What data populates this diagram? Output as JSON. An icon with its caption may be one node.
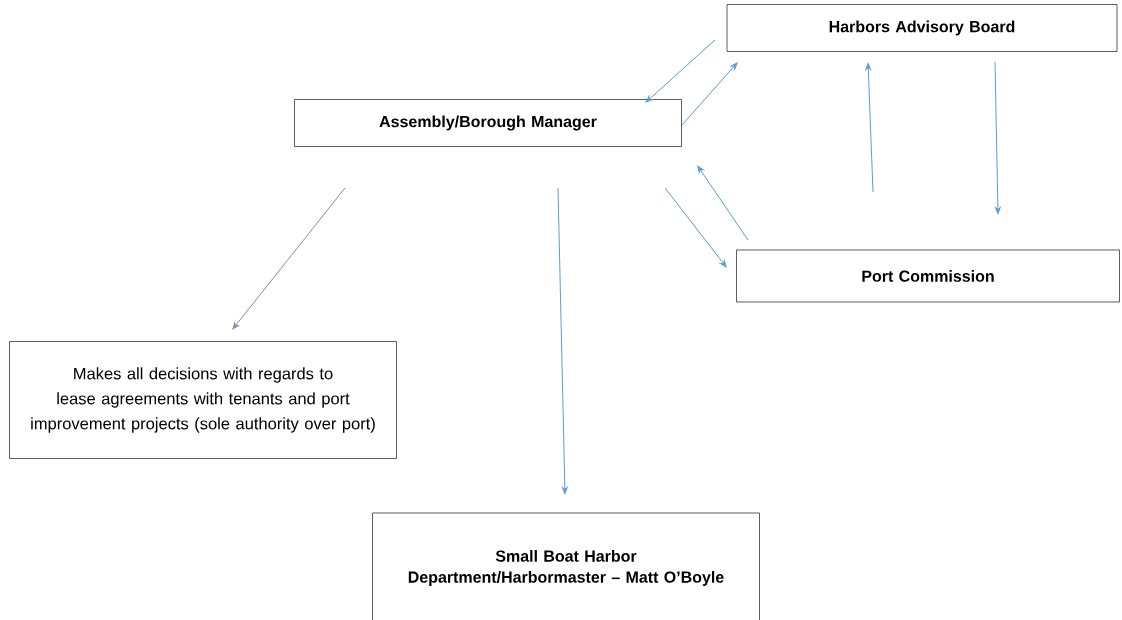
{
  "diagram": {
    "nodes": [
      {
        "text": [
          "Harbors Advisory Board"
        ]
      },
      {
        "text": [
          "Assembly/Borough Manager"
        ]
      },
      {
        "text": [
          "Port Commission"
        ]
      },
      {
        "text": [
          "Makes all decisions with regards to lease agreements with tenants and port improvement projects (sole authority over port)"
        ]
      },
      {
        "text": [
          "Small Boat Harbor Department/Harbormaster – Matt O’Boyle"
        ]
      }
    ],
    "edges": [
      {
        "from": 0,
        "to": 1,
        "arrow": "to"
      },
      {
        "from": 1,
        "to": 0,
        "arrow": "to"
      },
      {
        "from": 1,
        "to": 2,
        "arrow": "to"
      },
      {
        "from": 2,
        "to": 1,
        "arrow": "to"
      },
      {
        "from": 2,
        "to": 0,
        "arrow": "to"
      },
      {
        "from": 0,
        "to": 2,
        "arrow": "to"
      },
      {
        "from": 1,
        "to": 3,
        "arrow": "to",
        "color": "#8c89a8"
      },
      {
        "from": 1,
        "to": 4,
        "arrow": "to"
      }
    ]
  }
}
